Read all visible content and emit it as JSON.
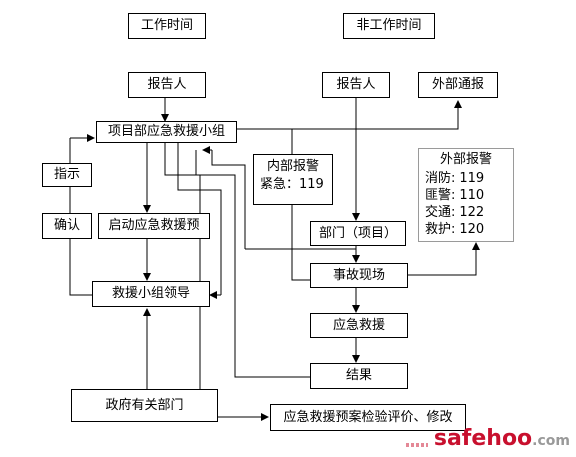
{
  "headers": {
    "work": "工作时间",
    "nonwork": "非工作时间"
  },
  "boxes": {
    "reporter_work": "报告人",
    "reporter_nonwork": "报告人",
    "external_notify": "外部通报",
    "project_team": "项目部应急救援小组",
    "instruct": "指示",
    "confirm": "确认",
    "start_plan": "启动应急救援预",
    "rescue_leader": "救援小组领导",
    "gov_dept": "政府有关部门",
    "internal_alarm": {
      "title": "内部报警",
      "line": "紧急：119"
    },
    "external_alarm": {
      "title": "外部报警",
      "items": [
        {
          "label": "消防:",
          "number": "119"
        },
        {
          "label": "匪警:",
          "number": "110"
        },
        {
          "label": "交通:",
          "number": "122"
        },
        {
          "label": "救护:",
          "number": "120"
        }
      ]
    },
    "department": "部门（项目）",
    "accident_site": "事故现场",
    "emergency_rescue": "应急救援",
    "result": "结果",
    "plan_review": "应急救援预案检验评价、修改"
  },
  "watermark": {
    "brand": "safehoo",
    "suffix": ".com"
  }
}
